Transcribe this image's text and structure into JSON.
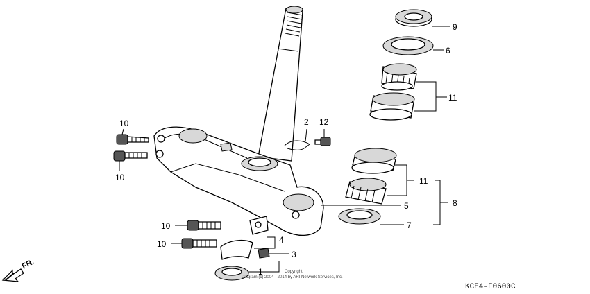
{
  "callouts": {
    "c9": "9",
    "c6": "6",
    "c11a": "11",
    "c10a": "10",
    "c10b": "10",
    "c2": "2",
    "c12": "12",
    "c11b": "11",
    "c8": "8",
    "c5": "5",
    "c7": "7",
    "c10c": "10",
    "c10d": "10",
    "c4": "4",
    "c3": "3",
    "c1": "1"
  },
  "direction_label": "FR.",
  "copyright_line1": "Copyright",
  "copyright_line2": "Diagram (c) 2004 - 2014 by ARI Network Services, Inc.",
  "diagram_code": "KCE4-F0600C"
}
